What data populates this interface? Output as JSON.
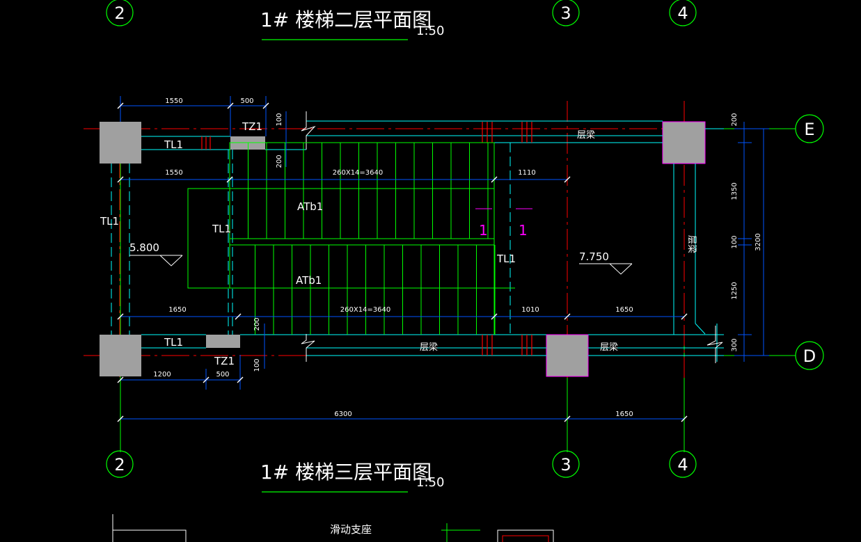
{
  "titles": {
    "top": "1# 楼梯二层平面图",
    "top_scale": "1:50",
    "bottom": "1# 楼梯三层平面图",
    "bottom_scale": "1:50"
  },
  "grid_axes": {
    "top": [
      "2",
      "3",
      "4"
    ],
    "bottom": [
      "2",
      "3",
      "4"
    ],
    "right": [
      "E",
      "D"
    ]
  },
  "dimensions": {
    "top_1550": "1550",
    "top_500": "500",
    "row2_1550": "1550",
    "row2_run": "260X14=3640",
    "row2_1110": "1110",
    "row3_1650": "1650",
    "row3_run": "260X14=3640",
    "row3_1010": "1010",
    "row3_1650b": "1650",
    "bot_1200": "1200",
    "bot_500": "500",
    "overall_6300": "6300",
    "overall_1650": "1650",
    "v_100_top": "100",
    "v_200_top": "200",
    "v_200_bot": "200",
    "v_100_bot": "100",
    "r_200": "200",
    "r_1350": "1350",
    "r_100": "100",
    "r_1250": "1250",
    "r_300": "300",
    "r_3200": "3200"
  },
  "labels": {
    "tz1_top": "TZ1",
    "tl1_top": "TL1",
    "tl1_left": "TL1",
    "tl1_mid": "TL1",
    "tl1_right": "TL1",
    "tl1_bot": "TL1",
    "tz1_bot": "TZ1",
    "atb1_top": "ATb1",
    "atb1_bot": "ATb1",
    "level_left": "5.800",
    "level_right": "7.750",
    "beam_top": "层梁",
    "beam_right": "层梁",
    "beam_bot1": "层梁",
    "beam_bot2": "层梁",
    "section_l": "1",
    "section_r": "1",
    "slide_support": "滑动支座"
  },
  "colors": {
    "background": "#000000",
    "green": "#00ff00",
    "cyan": "#00ffff",
    "red": "#ff0000",
    "blue": "#0055ff",
    "magenta": "#ff00ff",
    "column": "#a0a0a0"
  }
}
